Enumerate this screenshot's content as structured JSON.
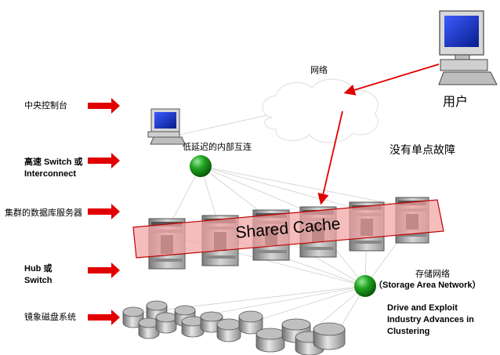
{
  "left_labels": {
    "console": "中央控制台",
    "interconnect_line1": "高速 Switch 或",
    "interconnect_line2": "Interconnect",
    "db_servers": "集群的数据库服务器",
    "hub_line1": "Hub 或",
    "hub_line2": "Switch",
    "disks": "镜象磁盘系统"
  },
  "network_label": "网络",
  "user_label": "用户",
  "low_latency_label": "低延迟的内部互连",
  "no_spof_label": "没有单点故障",
  "shared_cache_label": "Shared Cache",
  "san_line1": "存储网络",
  "san_line2": "（Storage Area Network）",
  "drive_text": [
    "Drive and Exploit",
    "Industry Advances  in",
    "Clustering"
  ],
  "icons": {
    "arrow": "red-arrow-icon",
    "pc": "computer-icon",
    "server": "server-icon",
    "disk": "disk-icon",
    "node": "network-node-icon",
    "cloud": "cloud-icon"
  },
  "colors": {
    "arrow_red": "#e00000",
    "node_green": "#1a9a1a",
    "cache_band": "#f2a3a3",
    "cache_border": "#c00000"
  }
}
